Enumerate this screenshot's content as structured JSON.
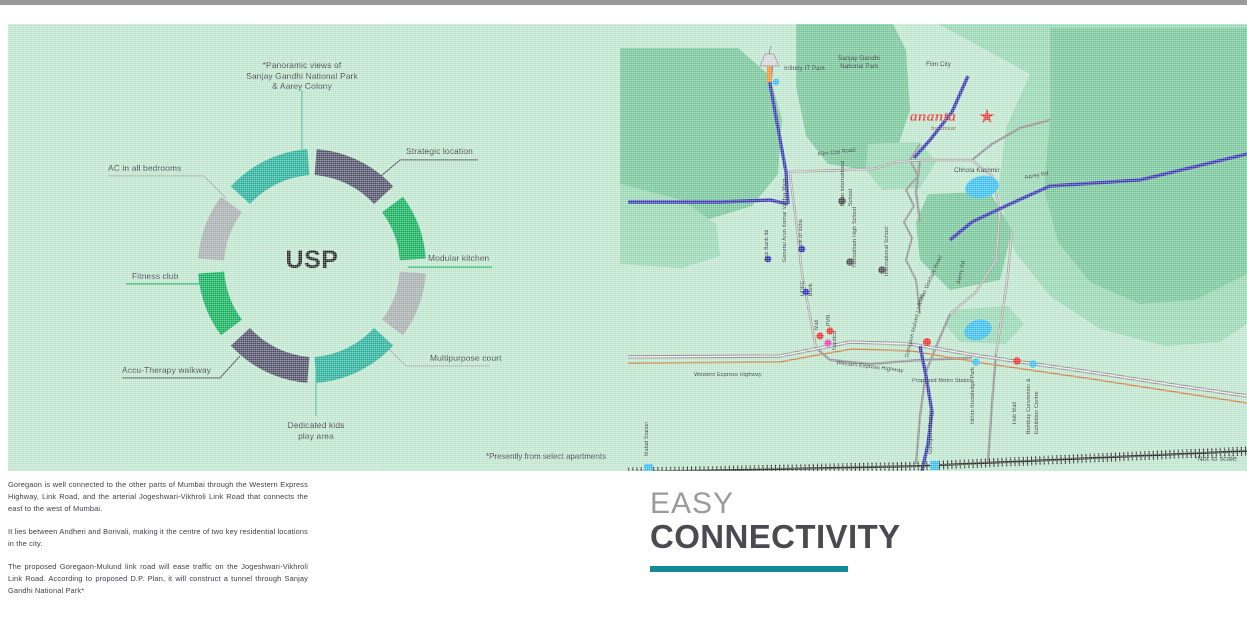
{
  "page": {
    "title": "Easy Connectivity",
    "background_color": "#ffffff",
    "panel_color": "#b9e3c9"
  },
  "usp": {
    "center_label": "USP",
    "footnote": "*Presently from select apartments",
    "segment_colors": {
      "teal": "#1aab92",
      "navy": "#454560",
      "green": "#00a94f",
      "gray": "#a0a8a8"
    },
    "items": [
      {
        "label": "*Panoramic views of\nSanjay Gandhi National Park\n& Aarey Colony",
        "color": "#1aab92",
        "position": "top"
      },
      {
        "label": "Strategic location",
        "color": "#454560",
        "position": "top-right"
      },
      {
        "label": "Modular kitchen",
        "color": "#00a94f",
        "position": "right"
      },
      {
        "label": "Multipurpose court",
        "color": "#a0a8a8",
        "position": "bottom-right"
      },
      {
        "label": "Dedicated kids\nplay area",
        "color": "#1aab92",
        "position": "bottom"
      },
      {
        "label": "Accu-Therapy walkway",
        "color": "#454560",
        "position": "bottom-left"
      },
      {
        "label": "Fitness club",
        "color": "#00a94f",
        "position": "left"
      },
      {
        "label": "AC in all bedrooms",
        "color": "#a0a8a8",
        "position": "top-left"
      }
    ]
  },
  "map": {
    "footnote": "*Not to scale",
    "logo": {
      "name": "ananta",
      "byline": "by omkar"
    },
    "areas": [
      "Sanjay Gandhi National Park"
    ],
    "roads": [
      "Film City Road",
      "Aarey Rd",
      "Western Express Highway",
      "Western Express Highway",
      "Goregaon Mulund Link Rd",
      "General Arun Kumar Vaidya Marg",
      "Mohan Gokhale Road",
      "Aarey Rd"
    ],
    "places": [
      "Infinity IT Park",
      "Film City",
      "Chhota Kashmir",
      "Axis Bank ltd",
      "Bank of India",
      "HDFC Bank",
      "Ryan International School",
      "Yashodham High School",
      "International School",
      "Mall",
      "PVR",
      "Nautica",
      "Proposed Metro Station",
      "Nirlon Knowledge Park",
      "Hub Mall",
      "Bombay Convention & Exhibition Centre",
      "Malad Station",
      "Goregaon Station"
    ],
    "legend_colors": {
      "highway": "#2d2dab",
      "park_dark": "#6cc091",
      "park_light": "#8fd3ad",
      "station": "#2bb8ee",
      "poi_red": "#ef2020",
      "poi_magenta": "#ea2db0",
      "poi_blue": "#2020c0",
      "poi_dark": "#3f3f3f",
      "road_gray": "#8a8a8a"
    }
  },
  "copy": {
    "paragraphs": [
      "Goregaon is well connected to the other parts of Mumbai through the Western Express Highway, Link Road, and the arterial Jogeshwari-Vikhroli Link Road that connects the east to the west of Mumbai.",
      "It lies between Andheri and Borivali, making it the centre of two key residential locations in the city.",
      "The proposed Goregaon-Mulund link road will ease traffic on the Jogeshwari-Vikhroli Link Road. According to proposed D.P. Plan, it will construct a tunnel through Sanjay Gandhi National Park*"
    ]
  },
  "heading": {
    "line1": "EASY",
    "line2": "CONNECTIVITY",
    "rule_color": "#148a94"
  }
}
